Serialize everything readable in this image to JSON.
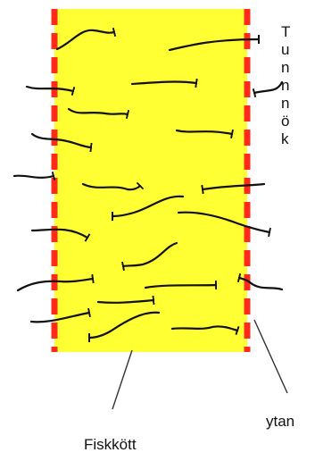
{
  "diagram": {
    "fill_color": "#ffff33",
    "border_dash_color": "#ff2a1a",
    "arrow_color": "#111111",
    "side_text_lines": [
      "T",
      "u",
      "n",
      "n",
      "n",
      "ö",
      "k"
    ],
    "labels": {
      "surface": "ytan",
      "meat": "Fiskkött"
    }
  }
}
